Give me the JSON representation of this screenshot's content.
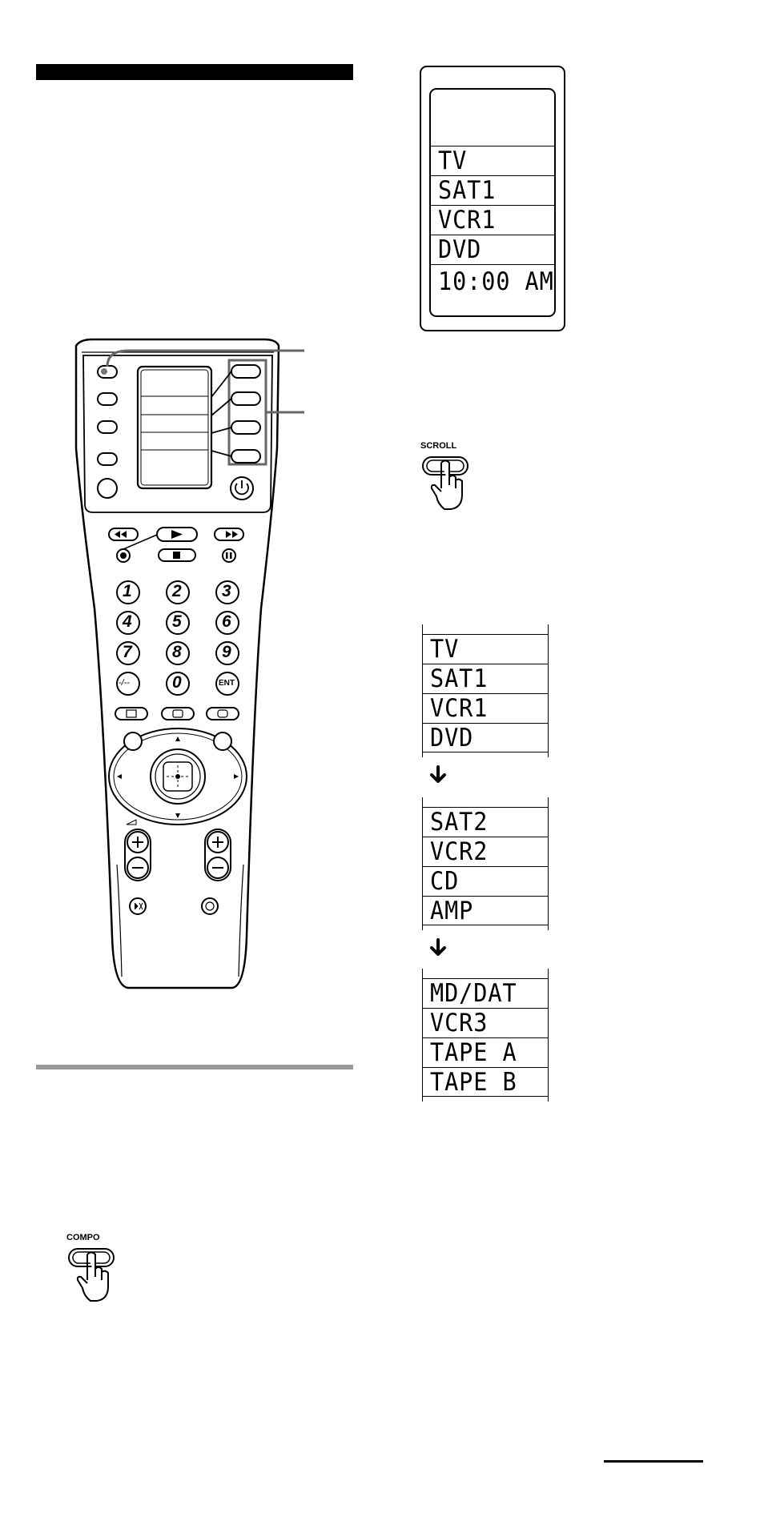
{
  "display": {
    "items": [
      "TV",
      "SAT1",
      "VCR1",
      "DVD"
    ],
    "clock": "10:00 AM"
  },
  "scroll_button": {
    "label": "SCROLL"
  },
  "compo_button": {
    "label": "COMPO"
  },
  "scroll_pages": [
    [
      "TV",
      "SAT1",
      "VCR1",
      "DVD"
    ],
    [
      "SAT2",
      "VCR2",
      "CD",
      "AMP"
    ],
    [
      "MD/DAT",
      "VCR3",
      "TAPE A",
      "TAPE B"
    ]
  ],
  "remote": {
    "numbers": [
      "1",
      "2",
      "3",
      "4",
      "5",
      "6",
      "7",
      "8",
      "9",
      "-/--",
      "0",
      "ENT"
    ]
  },
  "icons": {
    "arrow": "down-arrow-icon",
    "hand": "hand-press-icon",
    "power": "power-icon"
  }
}
